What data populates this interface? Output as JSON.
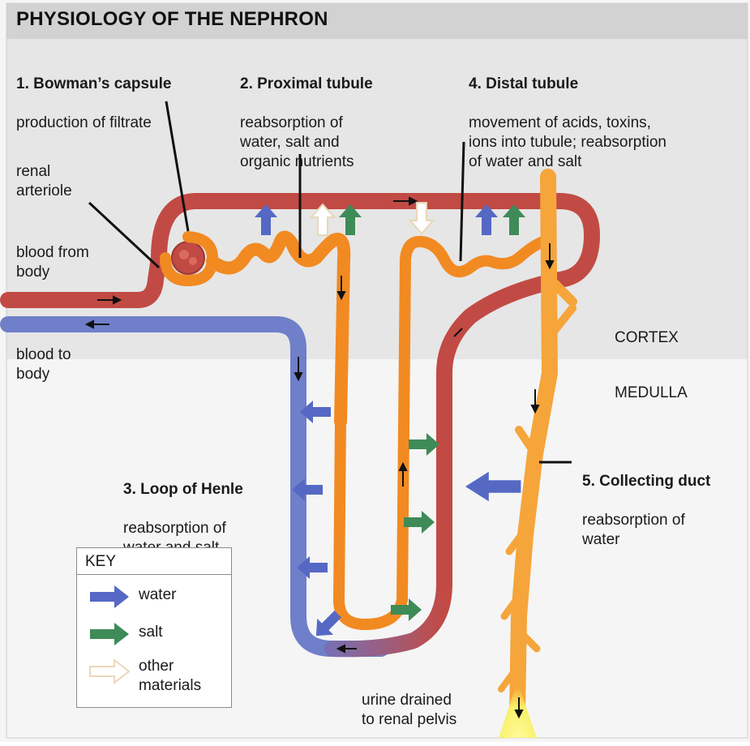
{
  "title": "PHYSIOLOGY OF THE NEPHRON",
  "zones": {
    "cortex": "CORTEX",
    "medulla": "MEDULLA"
  },
  "labels": {
    "bowman": {
      "heading": "1. Bowman’s capsule",
      "text": "production of filtrate"
    },
    "proximal": {
      "heading": "2. Proximal tubule",
      "text": "reabsorption of\nwater, salt and\norganic nutrients"
    },
    "distal": {
      "heading": "4. Distal tubule",
      "text": "movement of acids, toxins,\nions into tubule; reabsorption\nof water and salt"
    },
    "henle": {
      "heading": "3. Loop of Henle",
      "text": "reabsorption of\nwater and salt"
    },
    "collecting": {
      "heading": "5. Collecting duct",
      "text": "reabsorption of\nwater"
    },
    "renal_arteriole": "renal\narteriole",
    "blood_from_body": "blood from\nbody",
    "blood_to_body": "blood to\nbody",
    "urine": "urine drained\nto renal pelvis"
  },
  "key": {
    "title": "KEY",
    "water": "water",
    "salt": "salt",
    "other": "other\nmaterials"
  },
  "colors": {
    "cortex_bg": "#e6e6e6",
    "medulla_bg": "#f5f5f5",
    "title_bar": "#d2d2d2",
    "artery": "#c24a44",
    "vein": "#6f7fc9",
    "tubule": "#f28a22",
    "tubule_light": "#f7b33e",
    "collecting": "#f5a53a",
    "water_arrow": "#5569c4",
    "salt_arrow": "#3e8b58",
    "other_arrow": "#ffffff",
    "urine_glow": "#f8f06a"
  }
}
